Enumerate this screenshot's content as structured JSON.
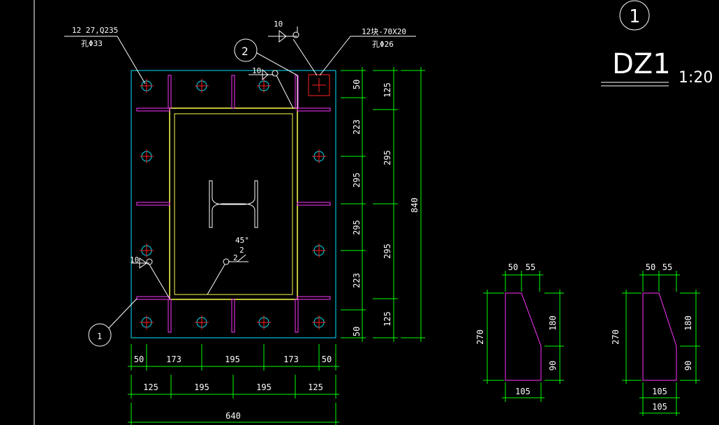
{
  "colors": {
    "background": "#000000",
    "plate_outline": "#00e5ff",
    "column_outline": "#ffff4d",
    "stiffener": "#ff33ff",
    "dimension": "#00ff00",
    "text": "#ffffff",
    "crosshair": "#ff2020",
    "hole": "#00e5ff"
  },
  "title": {
    "number": "1",
    "name": "DZ1",
    "scale": "1:20"
  },
  "callouts": {
    "plate_spec_line1": "12 27,Q235",
    "plate_spec_line2": "孔Φ33",
    "washer_spec_line1": "12块-70X20",
    "washer_spec_line2": "孔Φ26",
    "balloon_1": "1",
    "balloon_2": "2",
    "weld_top": "10",
    "weld_mid": "10",
    "weld_left": "10",
    "bevel_angle": "45°",
    "bevel_size_1": "2",
    "bevel_size_2": "2"
  },
  "dims_right_inner": [
    "50",
    "223",
    "295",
    "295",
    "223",
    "50"
  ],
  "dims_right_mid": [
    "125",
    "295",
    "295",
    "125"
  ],
  "dims_right_total": "840",
  "dims_bottom_row1": [
    "50",
    "173",
    "195",
    "173",
    "50"
  ],
  "dims_bottom_row2": [
    "125",
    "195",
    "195",
    "125"
  ],
  "dims_bottom_total": "640",
  "stiffener_detail_1": {
    "top_a": "50",
    "top_b": "55",
    "height_total": "270",
    "right_upper": "180",
    "right_lower": "90",
    "bottom": "105"
  },
  "stiffener_detail_2": {
    "top_a": "50",
    "top_b": "55",
    "height_total": "270",
    "right_upper": "180",
    "right_lower": "90",
    "bottom": "105",
    "bottom_extra": "105"
  }
}
